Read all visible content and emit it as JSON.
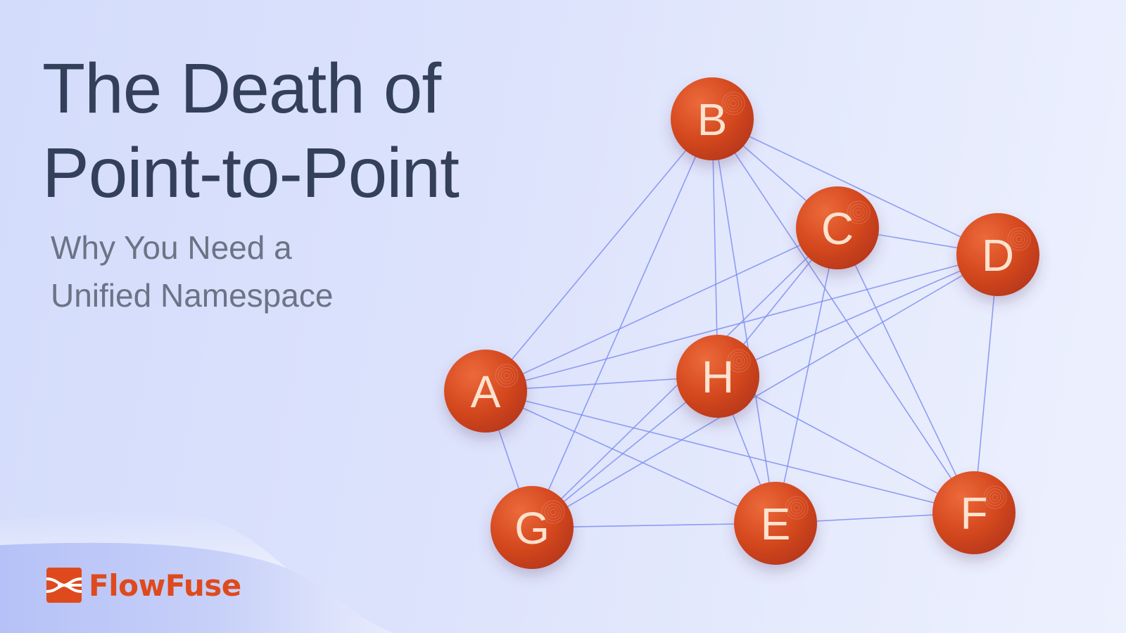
{
  "header": {
    "title_line1": "The Death of",
    "title_line2": "Point-to-Point",
    "subtitle_line1": "Why You Need a",
    "subtitle_line2": "Unified Namespace"
  },
  "brand": {
    "name": "FlowFuse",
    "color": "#de4a1d"
  },
  "diagram": {
    "node_color": "#d4481f",
    "edge_color": "#7e8ef2",
    "nodes": [
      "A",
      "B",
      "C",
      "D",
      "E",
      "F",
      "G",
      "H"
    ],
    "edges": [
      [
        "A",
        "B"
      ],
      [
        "A",
        "C"
      ],
      [
        "A",
        "D"
      ],
      [
        "A",
        "H"
      ],
      [
        "A",
        "G"
      ],
      [
        "A",
        "E"
      ],
      [
        "A",
        "F"
      ],
      [
        "B",
        "C"
      ],
      [
        "B",
        "D"
      ],
      [
        "B",
        "H"
      ],
      [
        "B",
        "E"
      ],
      [
        "B",
        "F"
      ],
      [
        "B",
        "G"
      ],
      [
        "C",
        "D"
      ],
      [
        "C",
        "H"
      ],
      [
        "C",
        "E"
      ],
      [
        "C",
        "F"
      ],
      [
        "C",
        "G"
      ],
      [
        "D",
        "H"
      ],
      [
        "D",
        "F"
      ],
      [
        "D",
        "G"
      ],
      [
        "H",
        "E"
      ],
      [
        "H",
        "F"
      ],
      [
        "H",
        "G"
      ],
      [
        "G",
        "E"
      ],
      [
        "E",
        "F"
      ]
    ]
  }
}
